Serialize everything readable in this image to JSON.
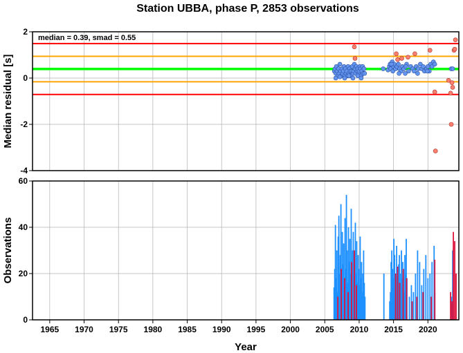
{
  "chart_data": [
    {
      "type": "scatter",
      "title": "Station UBBA, phase P, 2853 observations",
      "ylabel": "Median residual [s]",
      "annotation": "median = 0.39, smad = 0.55",
      "xlim": [
        1962.5,
        2024.5
      ],
      "ylim": [
        -4,
        2
      ],
      "yticks": [
        2,
        0,
        -2,
        -4
      ],
      "grid": true,
      "reference_lines": [
        {
          "y": 1.49,
          "color": "#ff0000"
        },
        {
          "y": 0.94,
          "color": "#ffa500"
        },
        {
          "y": 0.39,
          "color": "#00ff00"
        },
        {
          "y": -0.16,
          "color": "#ffa500"
        },
        {
          "y": -0.71,
          "color": "#ff0000"
        }
      ],
      "series": [
        {
          "color": "#6495ed",
          "x": [
            2006.4,
            2006.5,
            2006.6,
            2006.7,
            2006.8,
            2006.9,
            2007.0,
            2007.1,
            2007.2,
            2007.3,
            2007.4,
            2007.5,
            2007.6,
            2007.7,
            2007.8,
            2007.9,
            2008.0,
            2008.1,
            2008.2,
            2008.3,
            2008.4,
            2008.5,
            2008.6,
            2008.7,
            2008.8,
            2008.9,
            2009.0,
            2009.1,
            2009.2,
            2009.3,
            2009.4,
            2009.5,
            2009.6,
            2009.7,
            2009.8,
            2009.9,
            2010.0,
            2010.1,
            2010.2,
            2010.3,
            2010.4,
            2010.5,
            2010.6,
            2010.7,
            2010.8,
            2006.6,
            2007.2,
            2007.9,
            2008.5,
            2009.1,
            2009.8,
            2010.3,
            2013.5,
            2014.2,
            2014.4,
            2014.5,
            2014.6,
            2014.8,
            2014.9,
            2015.0,
            2015.1,
            2015.3,
            2015.5,
            2015.7,
            2015.9,
            2016.1,
            2016.3,
            2016.5,
            2016.7,
            2016.9,
            2017.2,
            2017.5,
            2017.8,
            2018.0,
            2018.3,
            2018.6,
            2018.9,
            2019.1,
            2019.3,
            2019.5,
            2019.8,
            2020.0,
            2020.2,
            2020.4,
            2020.6,
            2020.8,
            2021.0,
            2014.7,
            2015.8,
            2016.8,
            2018.5,
            2019.9,
            2023.4,
            2023.6
          ],
          "y": [
            0.3,
            0.4,
            0.2,
            0.5,
            0.3,
            0.1,
            0.4,
            0.2,
            0.6,
            0.3,
            0.1,
            0.4,
            0.2,
            0.3,
            0.5,
            0.1,
            0.4,
            0.2,
            0.3,
            0.1,
            0.5,
            0.2,
            0.4,
            0.3,
            0.1,
            0.3,
            0.5,
            0.2,
            0.3,
            0.6,
            0.4,
            0.2,
            0.5,
            0.3,
            0.4,
            0.2,
            0.3,
            0.5,
            0.4,
            0.1,
            0.3,
            0.5,
            0.2,
            0.4,
            0.2,
            0.0,
            0.05,
            0.0,
            0.1,
            0.0,
            0.1,
            0.0,
            0.4,
            0.35,
            0.5,
            0.6,
            0.4,
            0.7,
            0.3,
            0.5,
            0.6,
            0.4,
            0.5,
            0.6,
            0.4,
            0.3,
            0.5,
            0.4,
            0.2,
            0.6,
            0.3,
            0.5,
            0.4,
            0.3,
            0.5,
            0.4,
            0.6,
            0.4,
            0.5,
            0.3,
            0.4,
            0.5,
            0.3,
            0.6,
            0.5,
            0.7,
            0.6,
            0.6,
            0.2,
            0.5,
            0.2,
            0.3,
            0.4,
            0.4
          ]
        },
        {
          "color": "#fa8072",
          "x": [
            2009.3,
            2009.4,
            2015.4,
            2015.6,
            2016.2,
            2017.1,
            2018.1,
            2020.3,
            2021.0,
            2021.1,
            2023.0,
            2023.3,
            2023.4,
            2023.6,
            2023.8,
            2024.0,
            2023.9,
            2023.5
          ],
          "y": [
            1.35,
            0.85,
            1.05,
            0.8,
            0.85,
            0.9,
            1.05,
            1.2,
            -0.6,
            -3.15,
            -0.1,
            -0.65,
            -2.0,
            -0.4,
            1.2,
            1.65,
            1.25,
            -0.2
          ]
        }
      ]
    },
    {
      "type": "bar",
      "ylabel": "Observations",
      "xlabel": "Year",
      "xlim": [
        1962.5,
        2024.5
      ],
      "ylim": [
        0,
        60
      ],
      "yticks": [
        60,
        40,
        20,
        0
      ],
      "xticks": [
        1965,
        1970,
        1975,
        1980,
        1985,
        1990,
        1995,
        2000,
        2005,
        2010,
        2015,
        2020
      ],
      "grid": true,
      "series": [
        {
          "color": "#1e90ff",
          "x": [
            2006.35,
            2006.45,
            2006.55,
            2006.65,
            2006.75,
            2006.85,
            2006.95,
            2007.05,
            2007.15,
            2007.25,
            2007.35,
            2007.45,
            2007.55,
            2007.65,
            2007.75,
            2007.85,
            2007.95,
            2008.05,
            2008.15,
            2008.25,
            2008.35,
            2008.45,
            2008.55,
            2008.65,
            2008.75,
            2008.85,
            2008.95,
            2009.05,
            2009.15,
            2009.25,
            2009.35,
            2009.45,
            2009.55,
            2009.65,
            2009.75,
            2009.85,
            2009.95,
            2010.05,
            2010.15,
            2010.25,
            2010.35,
            2010.45,
            2010.55,
            2010.65,
            2010.75,
            2010.85,
            2013.6,
            2014.45,
            2014.55,
            2014.65,
            2014.75,
            2014.85,
            2014.95,
            2015.05,
            2015.15,
            2015.25,
            2015.35,
            2015.45,
            2015.55,
            2015.65,
            2015.75,
            2015.85,
            2015.95,
            2016.05,
            2016.15,
            2016.25,
            2016.35,
            2016.45,
            2016.55,
            2016.65,
            2016.75,
            2016.85,
            2016.95,
            2017.3,
            2017.6,
            2017.9,
            2018.2,
            2018.5,
            2018.8,
            2019.1,
            2019.4,
            2019.7,
            2020.0,
            2020.3,
            2020.6,
            2020.9,
            2021.0,
            2023.4,
            2023.6
          ],
          "values": [
            14,
            22,
            41,
            18,
            30,
            12,
            36,
            45,
            20,
            28,
            50,
            15,
            38,
            24,
            33,
            18,
            44,
            22,
            54,
            30,
            16,
            40,
            25,
            35,
            20,
            48,
            12,
            30,
            38,
            18,
            26,
            42,
            20,
            34,
            16,
            28,
            22,
            15,
            36,
            18,
            25,
            12,
            20,
            30,
            16,
            10,
            20,
            8,
            12,
            25,
            30,
            22,
            18,
            35,
            28,
            14,
            20,
            32,
            22,
            18,
            24,
            28,
            15,
            20,
            30,
            18,
            25,
            22,
            12,
            28,
            20,
            35,
            18,
            10,
            15,
            12,
            20,
            30,
            25,
            15,
            22,
            28,
            18,
            20,
            25,
            32,
            12,
            10,
            30
          ]
        },
        {
          "color": "#dc143c",
          "x": [
            2006.9,
            2007.4,
            2007.9,
            2008.4,
            2008.9,
            2009.3,
            2009.6,
            2015.3,
            2015.6,
            2015.9,
            2016.4,
            2016.9,
            2017.7,
            2018.4,
            2019.3,
            2020.5,
            2021.0,
            2023.3,
            2023.5,
            2023.7,
            2023.9,
            2024.1
          ],
          "values": [
            10,
            22,
            18,
            12,
            25,
            30,
            15,
            20,
            23,
            16,
            22,
            18,
            8,
            10,
            12,
            10,
            26,
            12,
            8,
            38,
            34,
            20
          ]
        }
      ]
    }
  ]
}
